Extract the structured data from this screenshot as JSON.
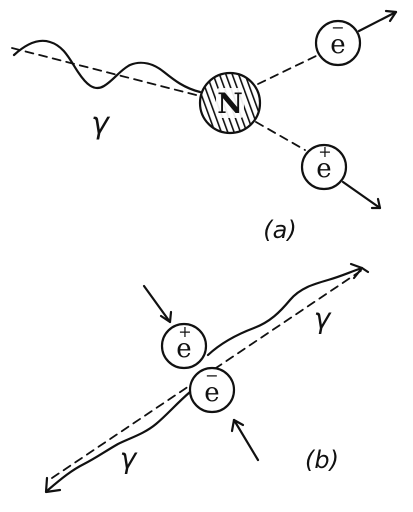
{
  "diagram": {
    "panel_a": {
      "nucleus_label": "N",
      "photon_label": "γ",
      "electron_label": "e",
      "electron_charge": "−",
      "positron_label": "e",
      "positron_charge": "+",
      "caption": "(a)"
    },
    "panel_b": {
      "positron_label": "e",
      "positron_charge": "+",
      "electron_label": "e",
      "electron_charge": "−",
      "photon_label_upper": "γ",
      "photon_label_lower": "γ",
      "caption": "(b)"
    }
  }
}
